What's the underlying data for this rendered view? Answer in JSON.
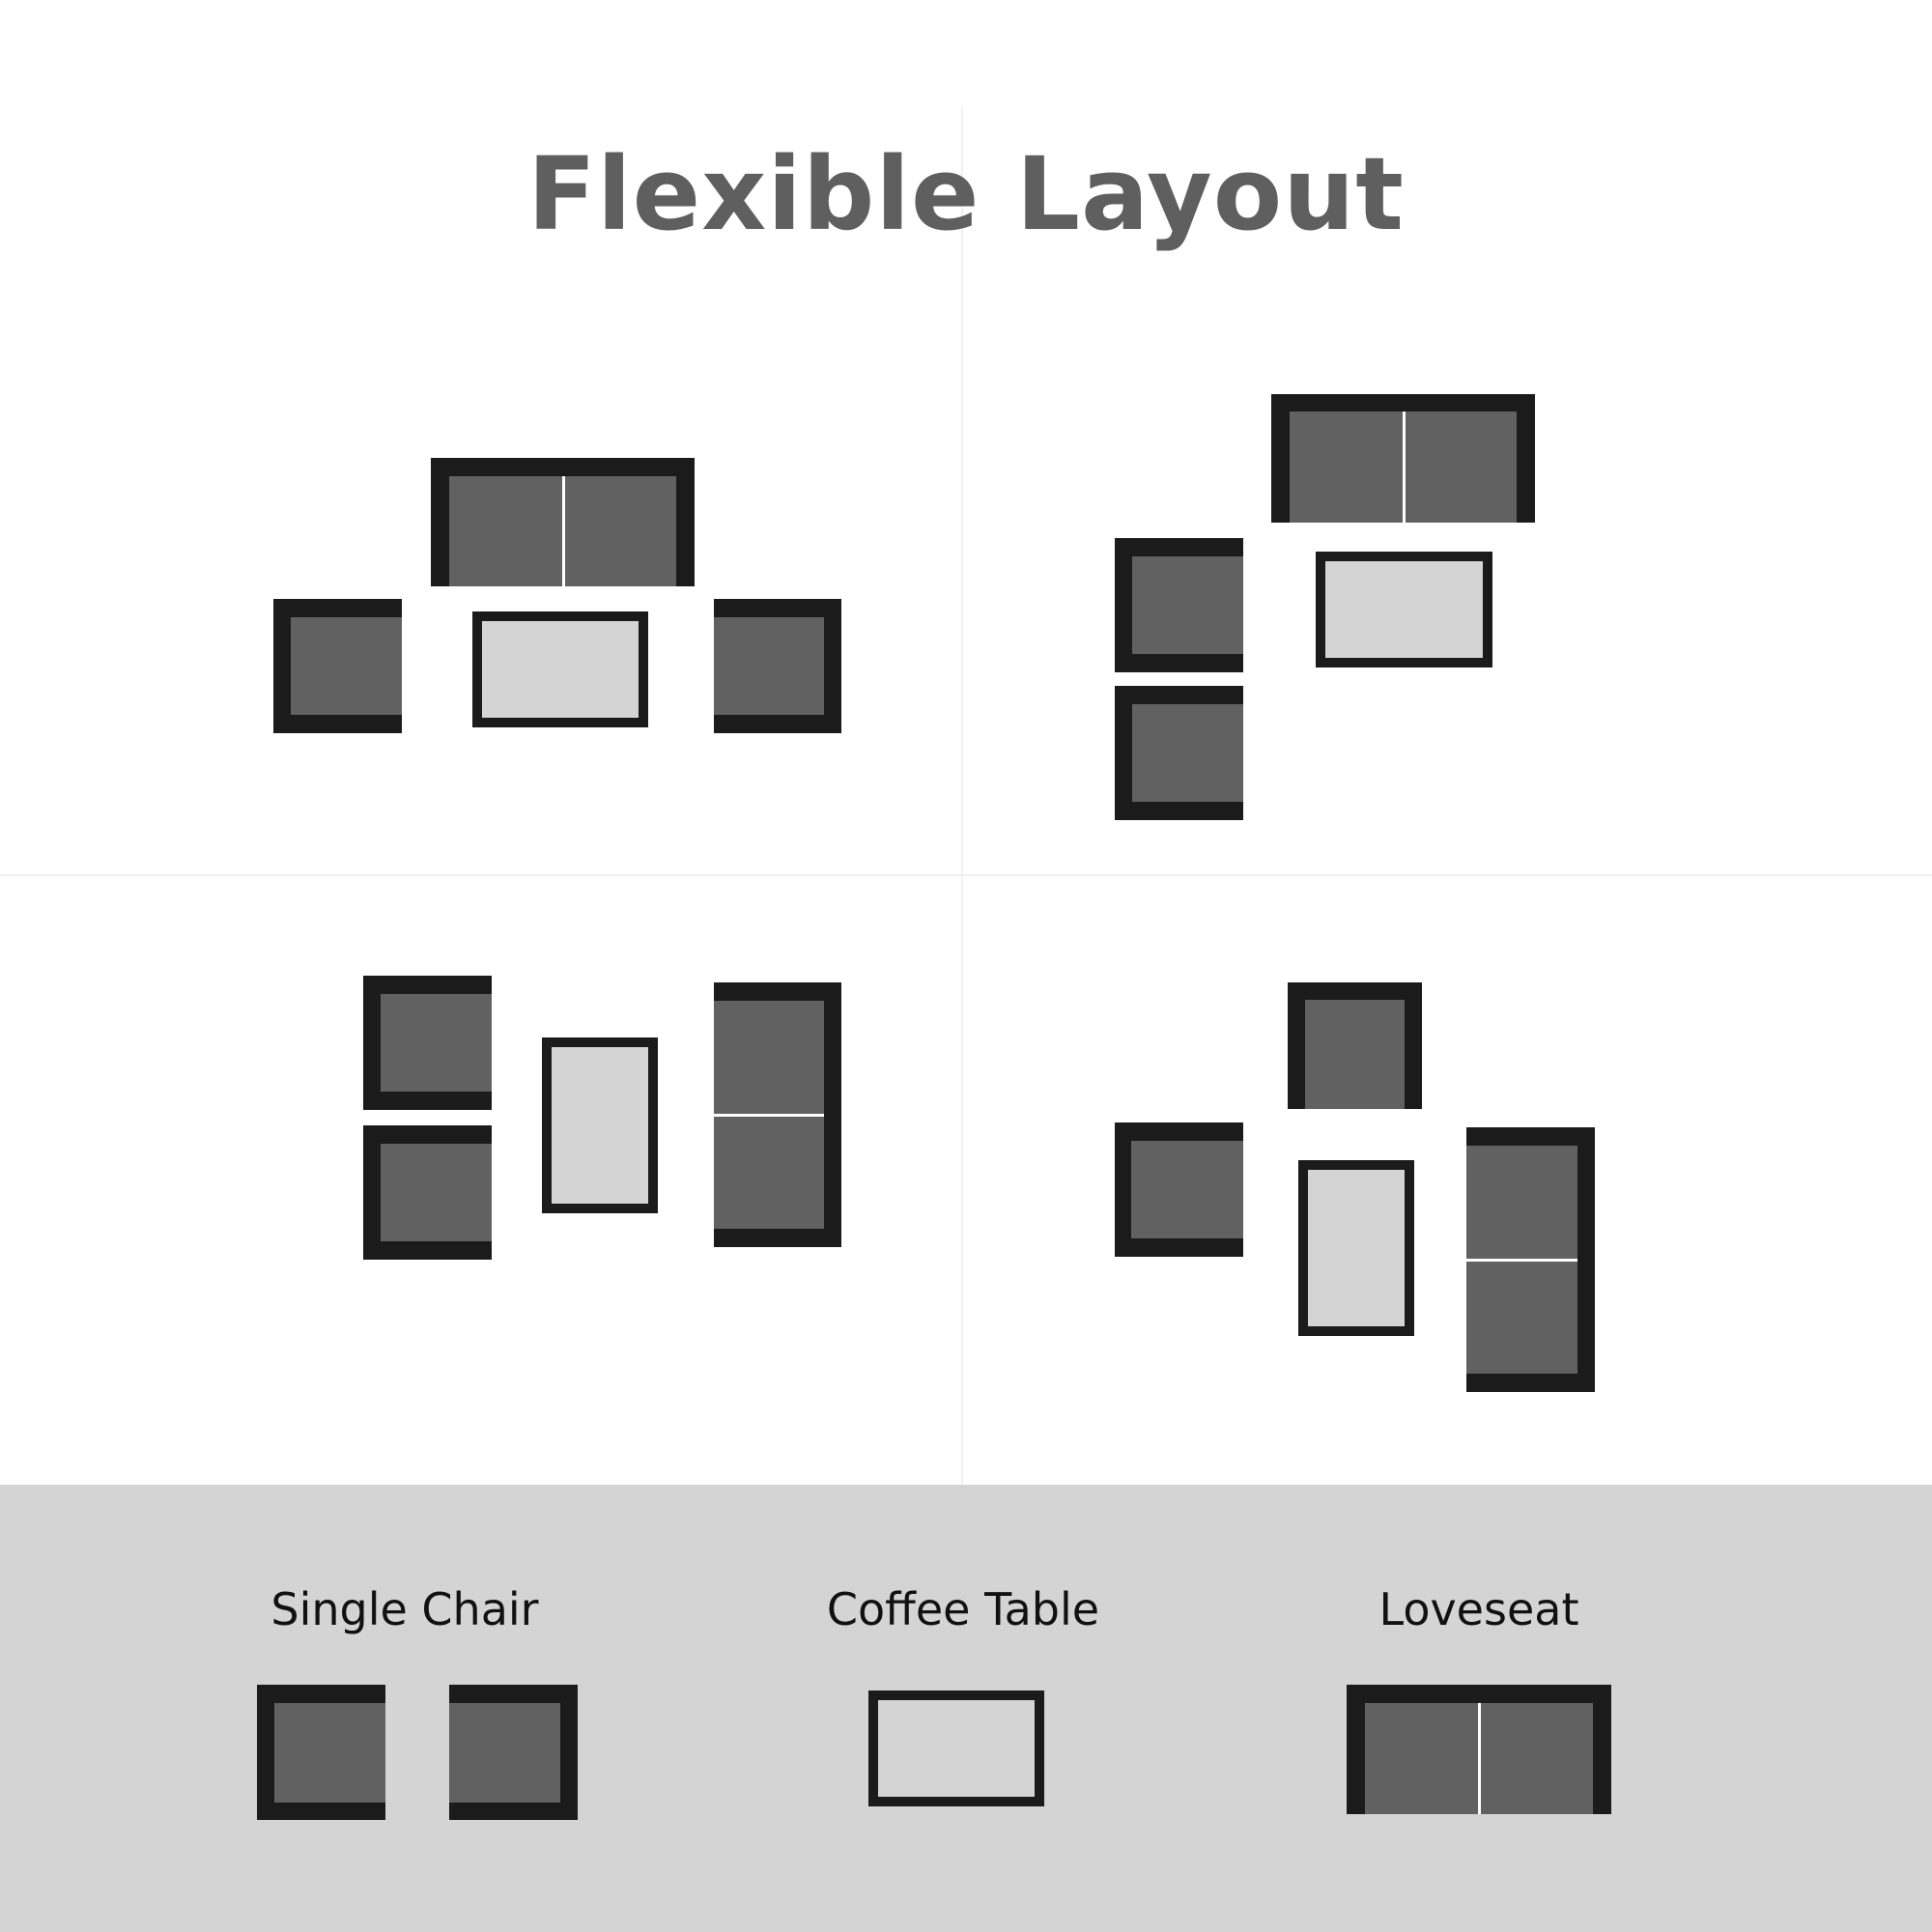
{
  "title": "Flexible Layout",
  "colors": {
    "background": "#ffffff",
    "frame": "#1b1b1b",
    "cushion": "#616161",
    "table_top": "#d4d4d4",
    "legend_bg": "#d4d4d4",
    "title_text": "#5f5f5f",
    "grid_line": "#f0f0f0"
  },
  "layouts": [
    {
      "name": "layout-top-left",
      "pieces": [
        "loveseat (open bottom)",
        "single chair (open right)",
        "coffee table (horizontal)",
        "single chair (open left)"
      ]
    },
    {
      "name": "layout-top-right",
      "pieces": [
        "loveseat (open bottom)",
        "single chair (open right)",
        "single chair (open right)",
        "coffee table (horizontal)"
      ]
    },
    {
      "name": "layout-bottom-left",
      "pieces": [
        "single chair (open right)",
        "single chair (open right)",
        "coffee table (vertical)",
        "loveseat vertical (open left)"
      ]
    },
    {
      "name": "layout-bottom-right",
      "pieces": [
        "single chair (open bottom)",
        "single chair (open right)",
        "coffee table (vertical)",
        "loveseat vertical (open left)"
      ]
    }
  ],
  "legend": {
    "items": [
      {
        "label": "Single Chair",
        "count": 2
      },
      {
        "label": "Coffee Table",
        "count": 1
      },
      {
        "label": "Loveseat",
        "count": 1
      }
    ]
  }
}
